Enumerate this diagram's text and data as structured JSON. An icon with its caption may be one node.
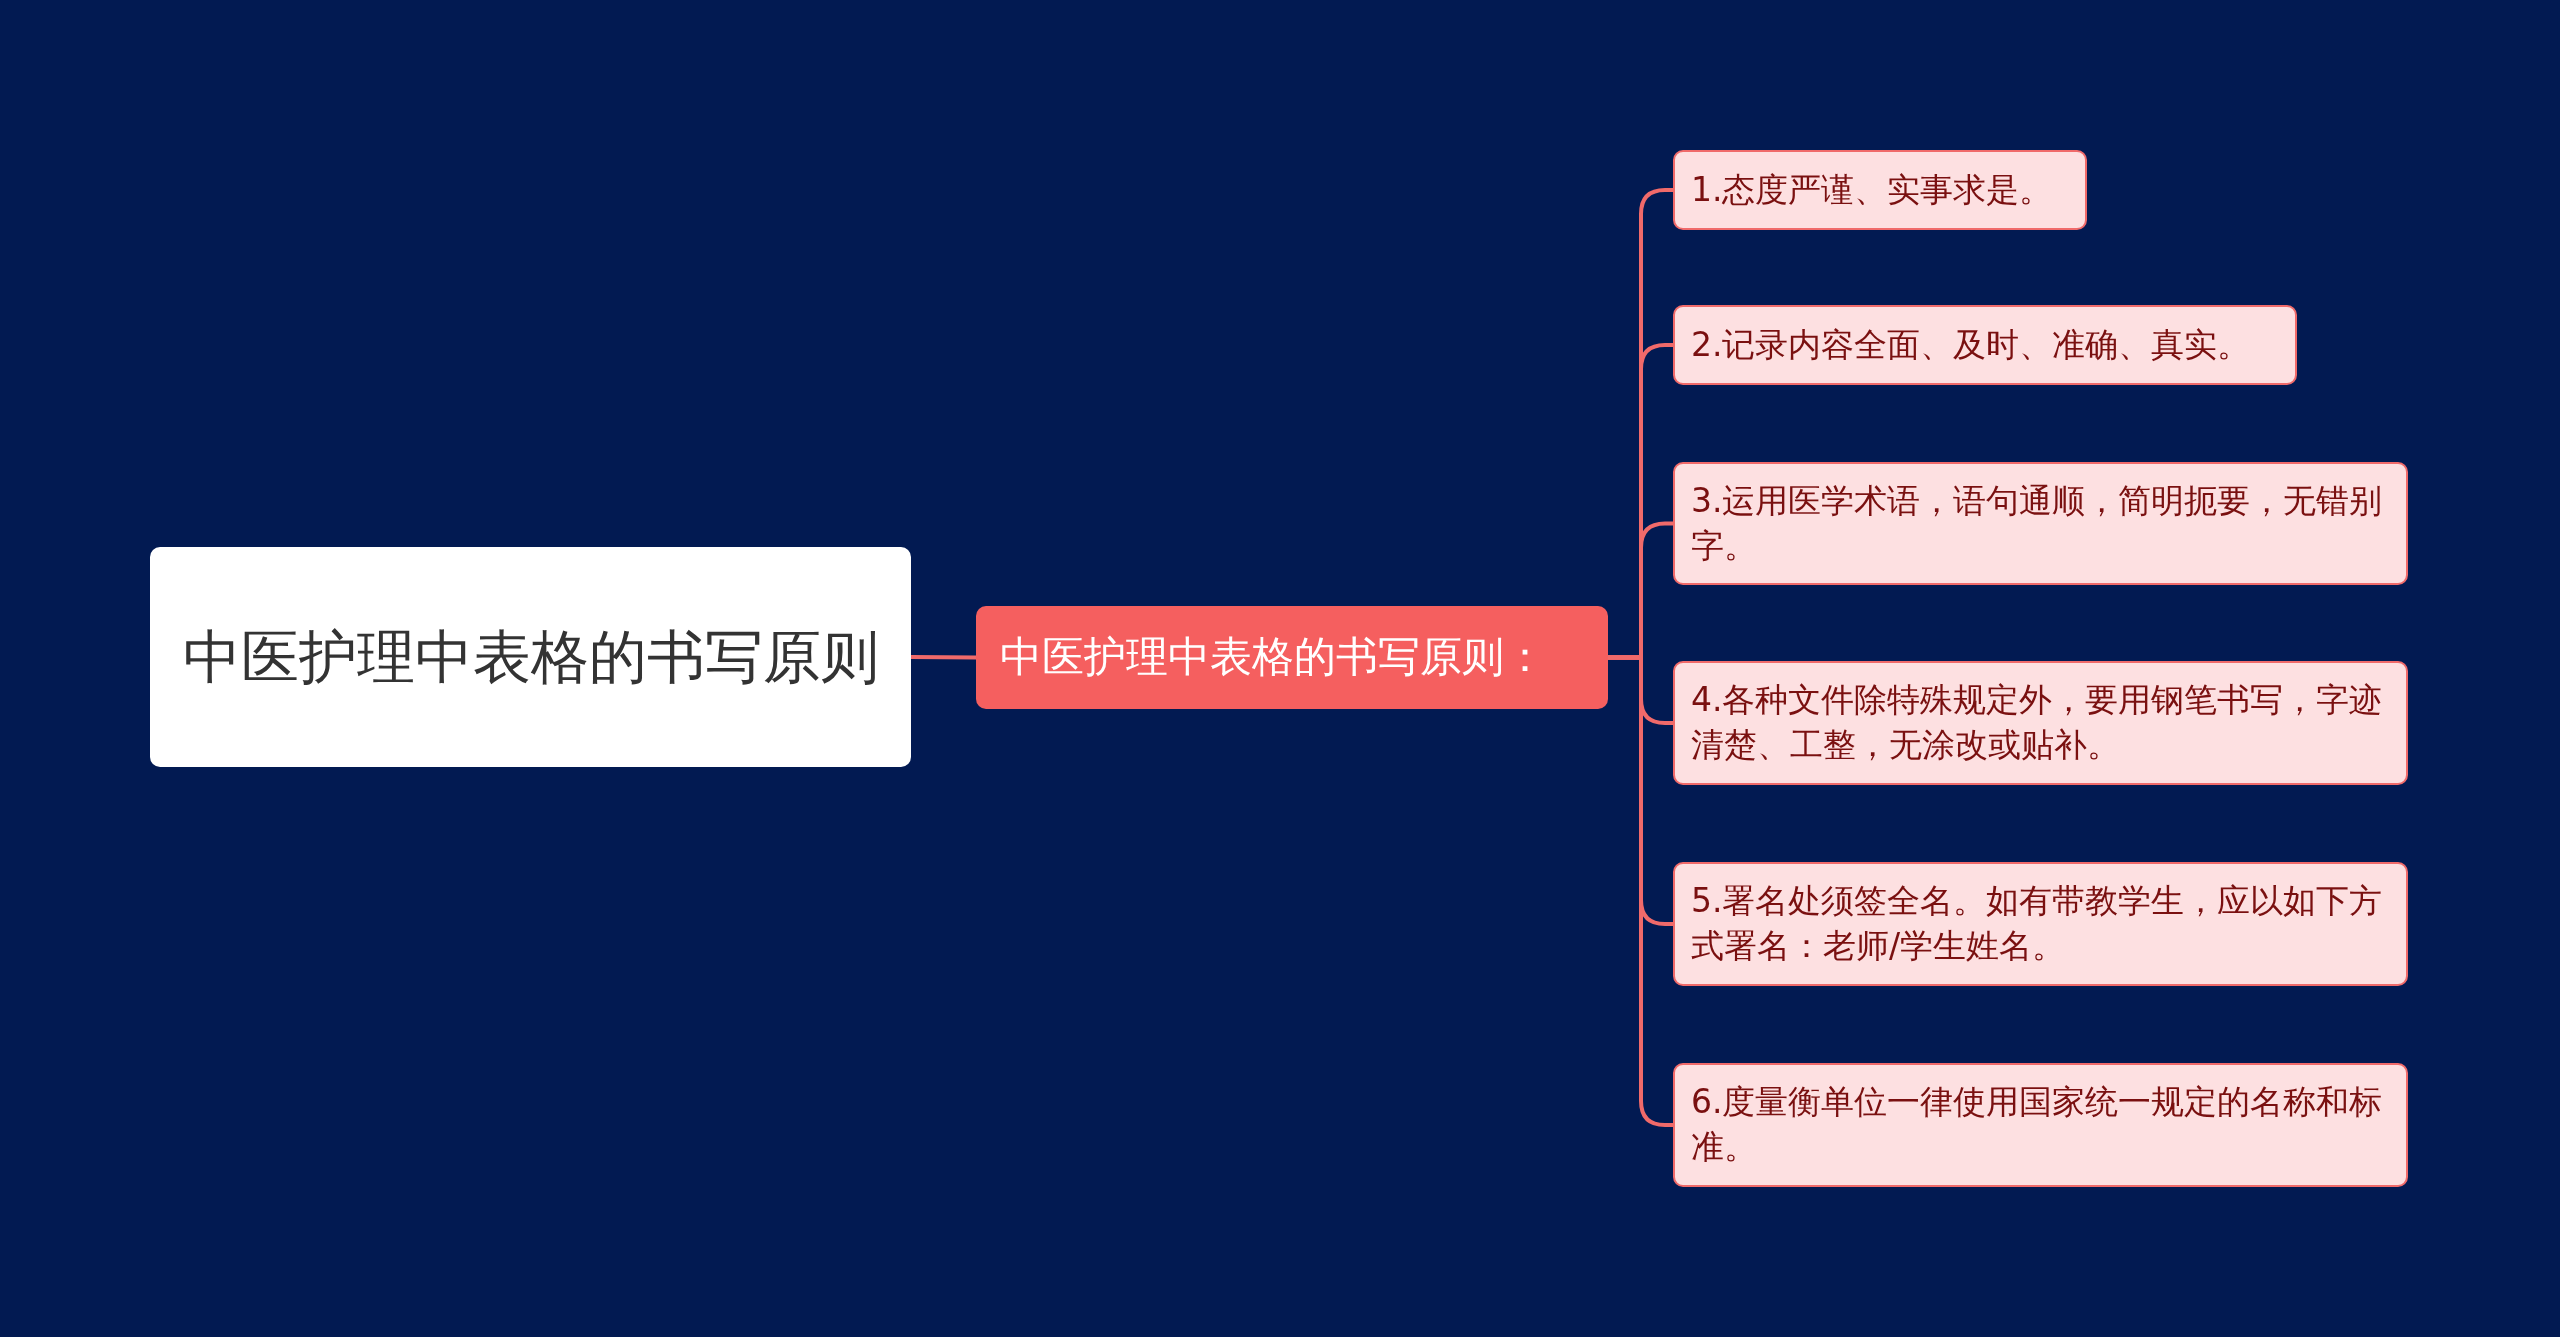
{
  "diagram": {
    "nodes": [
      {
        "text": [
          "中医护理中表格的书写原则"
        ]
      },
      {
        "text": [
          "中医护理中表格的书写原则："
        ]
      },
      {
        "text": [
          "1.态度严谨、实事求是。"
        ]
      },
      {
        "text": [
          "2.记录内容全面、及时、准确、真实。"
        ]
      },
      {
        "text": [
          "3.运用医学术语，语句通顺，简明扼要，无错别字。"
        ]
      },
      {
        "text": [
          "4.各种文件除特殊规定外，要用钢笔书写，字迹清楚、工整，无涂改或贴补。"
        ]
      },
      {
        "text": [
          "5.署名处须签全名。如有带教学生，应以如下方式署名：老师/学生姓名。"
        ]
      },
      {
        "text": [
          "6.度量衡单位一律使用国家统一规定的名称和标准。"
        ]
      }
    ],
    "edges": [
      {
        "from": 0,
        "to": 1,
        "arrow": "none"
      },
      {
        "from": 1,
        "to": 2,
        "arrow": "none"
      },
      {
        "from": 1,
        "to": 3,
        "arrow": "none"
      },
      {
        "from": 1,
        "to": 4,
        "arrow": "none"
      },
      {
        "from": 1,
        "to": 5,
        "arrow": "none"
      },
      {
        "from": 1,
        "to": 6,
        "arrow": "none"
      },
      {
        "from": 1,
        "to": 7,
        "arrow": "none"
      }
    ]
  }
}
